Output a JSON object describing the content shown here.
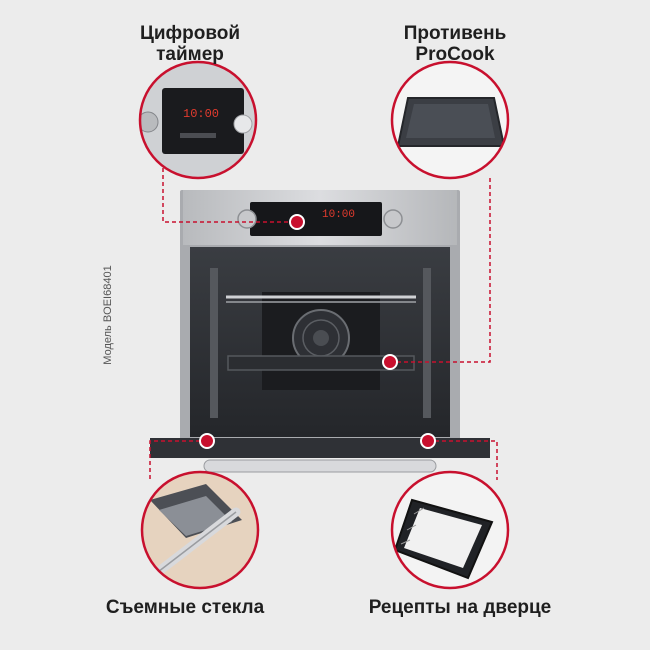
{
  "callouts": {
    "digital_timer": [
      "Цифровой",
      "таймер"
    ],
    "baking_tray": [
      "Противень",
      "ProCook"
    ],
    "removable_glass": "Съемные стекла",
    "door_recipes": "Рецепты на дверце"
  },
  "display": {
    "clock_text": "10:00",
    "zoom_clock_text": "10:00"
  },
  "model_label": "Модель BOEI68401",
  "colors": {
    "accent": "#c8102e",
    "background": "#ececec",
    "steel": "#c9cacc",
    "dark": "#2a2c30"
  }
}
